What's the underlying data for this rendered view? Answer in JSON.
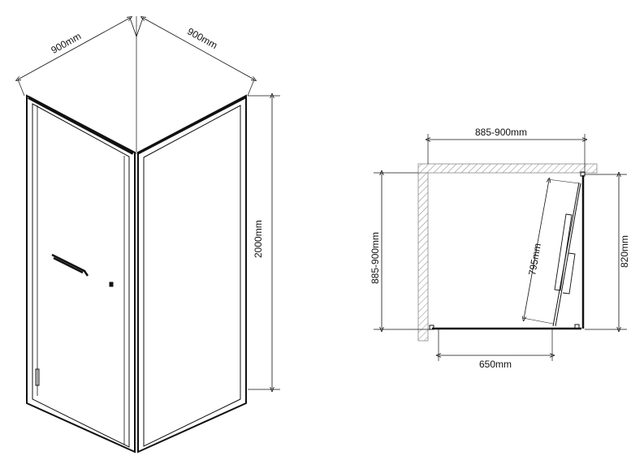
{
  "perspective_view": {
    "width_left_label": "900mm",
    "width_right_label": "900mm",
    "height_label": "2000mm"
  },
  "plan_view": {
    "top_width_label": "885-900mm",
    "left_depth_label": "885-900mm",
    "door_width_label": "795mm",
    "side_panel_label": "820mm",
    "front_panel_label": "650mm"
  },
  "colors": {
    "line": "#111111",
    "hatch": "#888888"
  }
}
